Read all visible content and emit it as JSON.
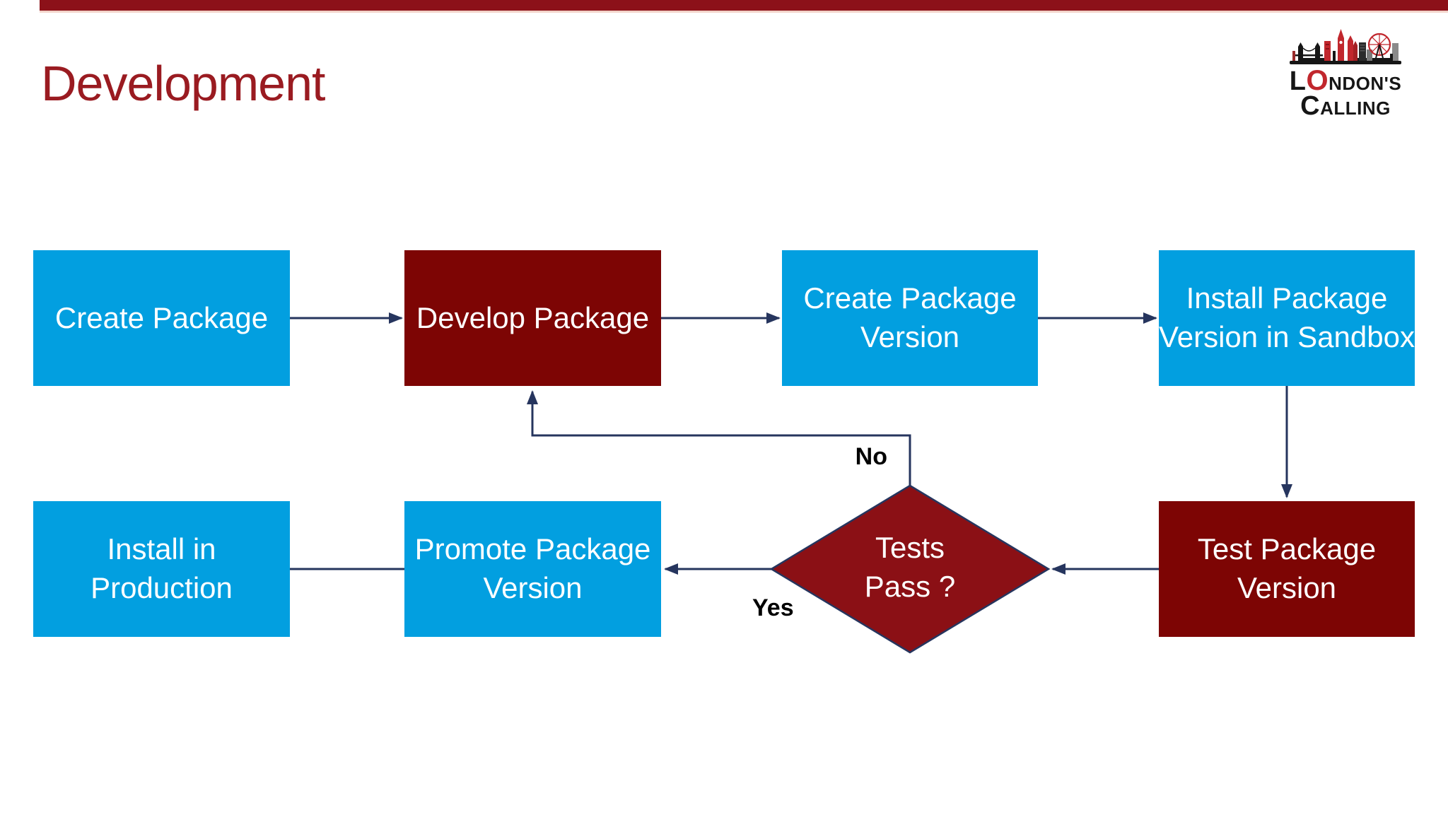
{
  "slide": {
    "title": "Development"
  },
  "logo": {
    "line1_initial": "L",
    "line1_o": "O",
    "line1_rest": "NDON'S",
    "line2_initial": "C",
    "line2_rest": "ALLING"
  },
  "flowchart": {
    "nodes": [
      {
        "id": "create-package",
        "label": "Create Package",
        "shape": "rect",
        "fill": "blue"
      },
      {
        "id": "develop-package",
        "label": "Develop Package",
        "shape": "rect",
        "fill": "maroon"
      },
      {
        "id": "create-package-version",
        "label": "Create Package\nVersion",
        "shape": "rect",
        "fill": "blue"
      },
      {
        "id": "install-package-version-in-sandbox",
        "label": "Install Package\nVersion in Sandbox",
        "shape": "rect",
        "fill": "blue"
      },
      {
        "id": "test-package-version",
        "label": "Test Package\nVersion",
        "shape": "rect",
        "fill": "maroon"
      },
      {
        "id": "tests-pass-decision",
        "label": "Tests\nPass ?",
        "shape": "diamond",
        "fill": "maroon"
      },
      {
        "id": "promote-package-version",
        "label": "Promote Package\nVersion",
        "shape": "rect",
        "fill": "blue"
      },
      {
        "id": "install-in-production",
        "label": "Install in\nProduction",
        "shape": "rect",
        "fill": "blue"
      }
    ],
    "edge_labels": {
      "no": "No",
      "yes": "Yes"
    }
  },
  "colors": {
    "top_bar": "#8C1119",
    "bar_underline": "#F3D5CB",
    "title_red": "#9A1B21",
    "node_blue": "#029FE0",
    "node_maroon": "#7D0504",
    "node_maroon_bright": "#8B1015",
    "connector": "#26355E",
    "logo_red": "#C1272D",
    "logo_text": "#161616"
  }
}
